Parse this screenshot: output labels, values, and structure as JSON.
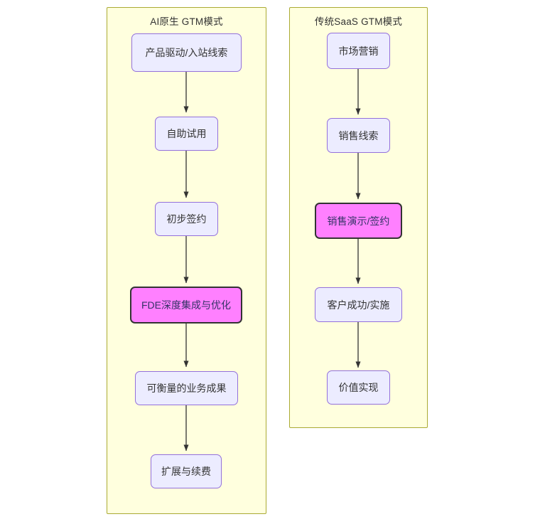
{
  "diagram": {
    "type": "flowchart",
    "direction": "top-to-bottom",
    "background_color": "#ffffff",
    "columns": [
      {
        "id": "left",
        "title": "AI原生 GTM模式",
        "container_color": "#ffffde",
        "container_border_color": "#aaaa33",
        "nodes": [
          {
            "id": "l1",
            "label": "产品驱动/入站线索",
            "style": "normal"
          },
          {
            "id": "l2",
            "label": "自助试用",
            "style": "normal"
          },
          {
            "id": "l3",
            "label": "初步签约",
            "style": "normal"
          },
          {
            "id": "l4",
            "label": "FDE深度集成与优化",
            "style": "highlight"
          },
          {
            "id": "l5",
            "label": "可衡量的业务成果",
            "style": "normal"
          },
          {
            "id": "l6",
            "label": "扩展与续费",
            "style": "normal"
          }
        ]
      },
      {
        "id": "right",
        "title": "传统SaaS GTM模式",
        "container_color": "#ffffde",
        "container_border_color": "#aaaa33",
        "nodes": [
          {
            "id": "r1",
            "label": "市场营销",
            "style": "normal"
          },
          {
            "id": "r2",
            "label": "销售线索",
            "style": "normal"
          },
          {
            "id": "r3",
            "label": "销售演示/签约",
            "style": "highlight"
          },
          {
            "id": "r4",
            "label": "客户成功/实施",
            "style": "normal"
          },
          {
            "id": "r5",
            "label": "价值实现",
            "style": "normal"
          }
        ]
      }
    ],
    "edges": [
      {
        "from": "l1",
        "to": "l2"
      },
      {
        "from": "l2",
        "to": "l3"
      },
      {
        "from": "l3",
        "to": "l4"
      },
      {
        "from": "l4",
        "to": "l5"
      },
      {
        "from": "l5",
        "to": "l6"
      },
      {
        "from": "r1",
        "to": "r2"
      },
      {
        "from": "r2",
        "to": "r3"
      },
      {
        "from": "r3",
        "to": "r4"
      },
      {
        "from": "r4",
        "to": "r5"
      }
    ],
    "colors": {
      "node_fill": "#ececff",
      "node_border": "#9370db",
      "node_text": "#333333",
      "highlight_fill": "#ff80ff",
      "highlight_border": "#333333",
      "highlight_text": "#333366",
      "edge_line": "#333333",
      "title_text": "#333333"
    }
  }
}
